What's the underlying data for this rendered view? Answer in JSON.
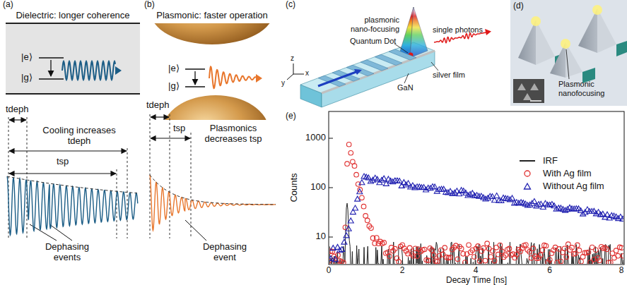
{
  "diagram": {
    "labels": [
      "(a)",
      "Dielectric: longer coherence",
      "|e⟩",
      "|g⟩",
      "tdeph",
      "Cooling increases tdeph",
      "tsp",
      "Dephasing events",
      "(b)",
      "Plasmonic: faster operation",
      "|e⟩",
      "|g⟩",
      "tdeph",
      "tsp",
      "Plasmonics decreases tsp",
      "Dephasing event",
      "(c)",
      "plasmonic nano-focusing",
      "single photons",
      "Quantum Dot",
      "silver film",
      "GaN",
      "z",
      "x",
      "y",
      "(d)",
      "Plasmonic nanofocusing",
      "(e)",
      "1000",
      "100",
      "10",
      "0",
      "2",
      "4",
      "6",
      "8",
      "Counts",
      "Decay Time [ns]"
    ],
    "legend": [
      {
        "text": "IRF"
      },
      {
        "text": "With Ag film"
      },
      {
        "text": "Without Ag film"
      }
    ]
  }
}
